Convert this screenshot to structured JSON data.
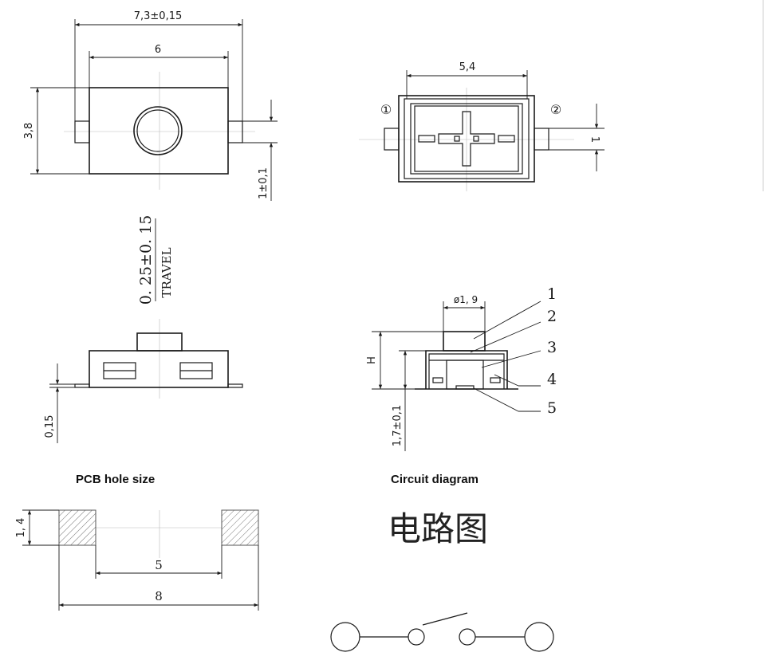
{
  "top_view": {
    "width_dim": "7,3±0,15",
    "inner_width_dim": "6",
    "height_dim": "3,8",
    "terminal_dim": "1±0,1"
  },
  "front_view": {
    "width_dim": "5,4",
    "pin1": "①",
    "pin2": "②",
    "terminal_dim": "1"
  },
  "travel": {
    "value": "0. 25±0. 15",
    "label": "TRAVEL"
  },
  "side_view": {
    "thickness_dim": "0,15"
  },
  "section_view": {
    "diameter_dim": "ø1, 9",
    "height_label": "H",
    "base_dim": "1,7±0,1",
    "parts": [
      "1",
      "2",
      "3",
      "4",
      "5"
    ]
  },
  "pcb": {
    "heading": "PCB hole size",
    "pad_dim": "1, 4",
    "inner_dim": "5",
    "outer_dim": "8"
  },
  "circuit": {
    "heading": "Circuit diagram",
    "chinese_title": "电路图"
  }
}
